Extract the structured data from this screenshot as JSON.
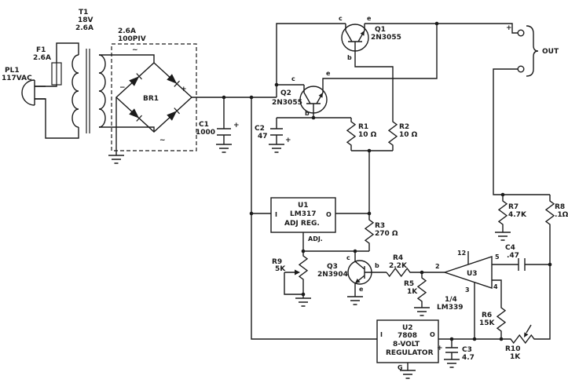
{
  "palette": {
    "ink": "#1b1b1b",
    "paper": "#ffffff"
  },
  "schematic": {
    "plug": {
      "ref": "PL1",
      "value": "117VAC"
    },
    "fuse": {
      "ref": "F1",
      "value": "2.6A"
    },
    "transformer": {
      "ref": "T1",
      "voltage": "18V",
      "current": "2.6A"
    },
    "bridge": {
      "ref": "BR1",
      "current": "2.6A",
      "piv": "100PIV",
      "ac": "~",
      "plus": "+",
      "minus": "−"
    },
    "capacitors": {
      "c1": {
        "ref": "C1",
        "value": "1000",
        "plus": "+"
      },
      "c2": {
        "ref": "C2",
        "value": "47",
        "plus": "+"
      },
      "c3": {
        "ref": "C3",
        "value": "4.7",
        "plus": "+"
      },
      "c4": {
        "ref": "C4",
        "value": ".47"
      }
    },
    "transistors": {
      "q1": {
        "ref": "Q1",
        "part": "2N3055",
        "c": "c",
        "b": "b",
        "e": "e"
      },
      "q2": {
        "ref": "Q2",
        "part": "2N3055",
        "c": "c",
        "b": "b",
        "e": "e"
      },
      "q3": {
        "ref": "Q3",
        "part": "2N3904",
        "c": "c",
        "b": "b",
        "e": "e"
      }
    },
    "resistors": {
      "r1": {
        "ref": "R1",
        "value": "10 Ω"
      },
      "r2": {
        "ref": "R2",
        "value": "10 Ω"
      },
      "r3": {
        "ref": "R3",
        "value": "270 Ω"
      },
      "r4": {
        "ref": "R4",
        "value": "2.2K"
      },
      "r5": {
        "ref": "R5",
        "value": "1K"
      },
      "r6": {
        "ref": "R6",
        "value": "15K"
      },
      "r7": {
        "ref": "R7",
        "value": "4.7K"
      },
      "r8": {
        "ref": "R8",
        "value": ".1Ω"
      },
      "r9": {
        "ref": "R9",
        "value": "5K"
      },
      "r10": {
        "ref": "R10",
        "value": "1K"
      }
    },
    "u1": {
      "ref": "U1",
      "part": "LM317",
      "desc": "ADJ REG.",
      "pin_in": "I",
      "pin_out": "O",
      "pin_adj": "ADJ."
    },
    "u2": {
      "ref": "U2",
      "part": "7808",
      "desc1": "8-VOLT",
      "desc2": "REGULATOR",
      "pin_in": "I",
      "pin_out": "O",
      "pin_gnd": "G"
    },
    "u3": {
      "ref": "U3",
      "fraction": "1/4",
      "part": "LM339",
      "pin_out": "2",
      "pin_vcc": "3",
      "pin_gnd": "12",
      "pin_in_plus": "5",
      "pin_in_minus": "4"
    },
    "output": {
      "label": "OUT",
      "plus": "+"
    }
  }
}
